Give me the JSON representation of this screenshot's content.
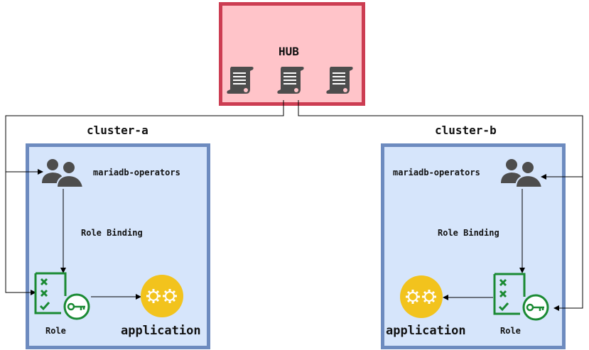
{
  "hub": {
    "title": "HUB",
    "icons": [
      "policy-scroll-icon",
      "policy-scroll-icon",
      "policy-scroll-icon"
    ]
  },
  "clusters": [
    {
      "title": "cluster-a",
      "group_label": "mariadb-operators",
      "binding_label": "Role Binding",
      "role_label": "Role",
      "app_label": "application"
    },
    {
      "title": "cluster-b",
      "group_label": "mariadb-operators",
      "binding_label": "Role Binding",
      "role_label": "Role",
      "app_label": "application"
    }
  ],
  "colors": {
    "hub_fill": "#ffc4c9",
    "hub_border": "#cc3d52",
    "cluster_fill": "#d6e5fb",
    "cluster_border": "#6d8bbf",
    "icon_gray": "#4d4d4d",
    "role_green": "#1a8a33",
    "app_yellow": "#f2c31d"
  }
}
